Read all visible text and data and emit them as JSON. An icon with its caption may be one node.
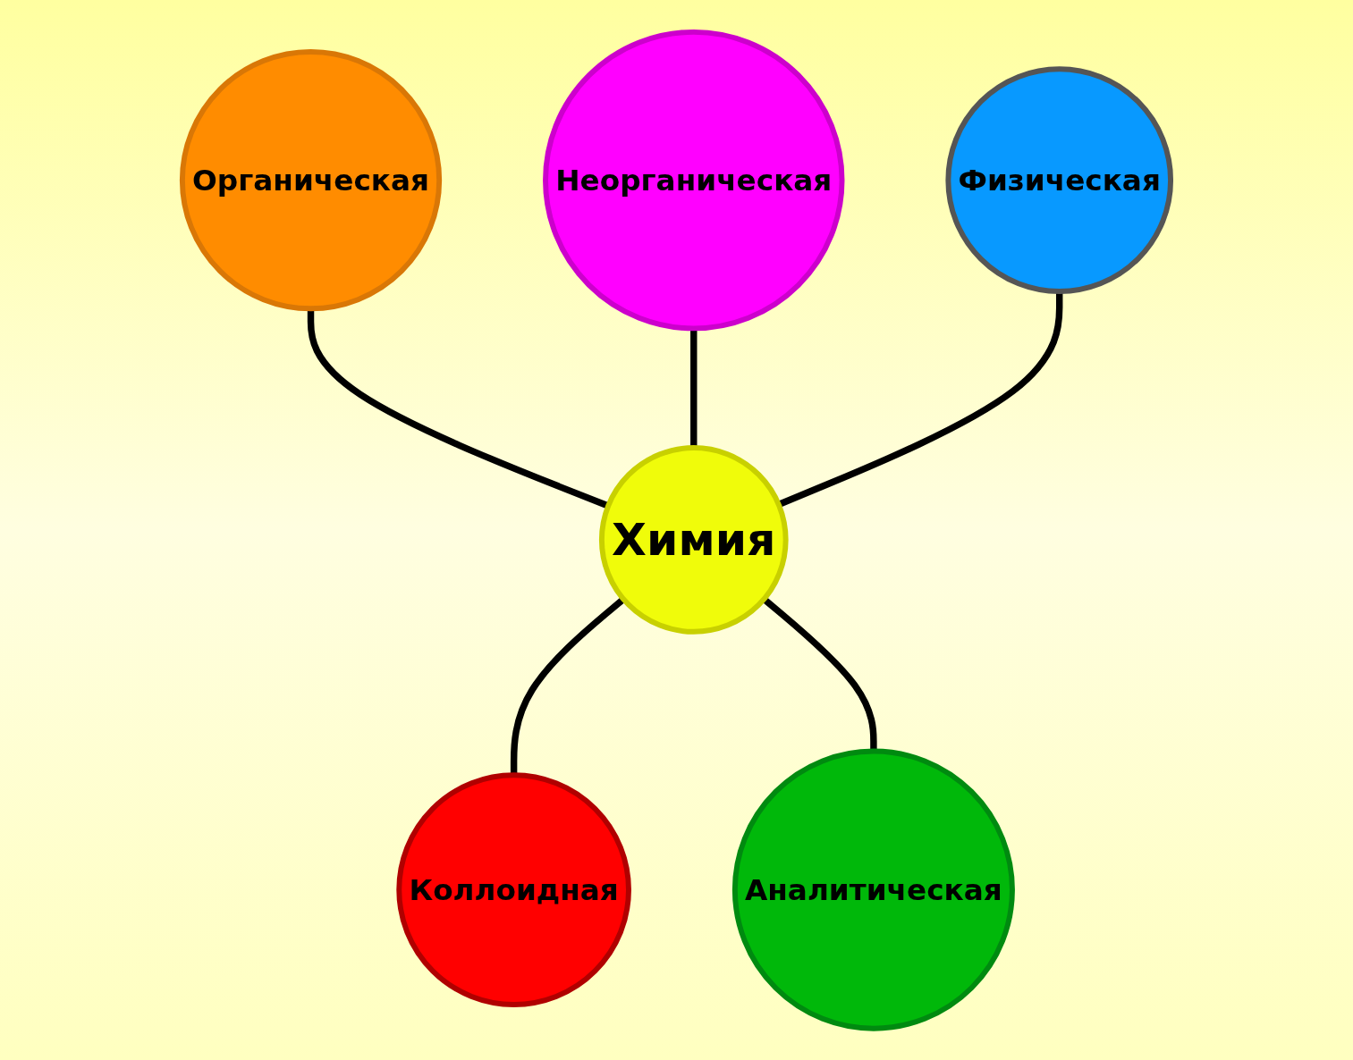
{
  "diagram": {
    "nodes": [
      {
        "text": [
          "Органическая"
        ]
      },
      {
        "text": [
          "Неорганическая"
        ]
      },
      {
        "text": [
          "Физическая"
        ]
      },
      {
        "text": [
          "Химия"
        ]
      },
      {
        "text": [
          "Коллоидная"
        ]
      },
      {
        "text": [
          "Аналитическая"
        ]
      }
    ],
    "edges": [
      {
        "from": 0,
        "to": 3,
        "arrow": "none"
      },
      {
        "from": 1,
        "to": 3,
        "arrow": "none"
      },
      {
        "from": 2,
        "to": 3,
        "arrow": "none"
      },
      {
        "from": 3,
        "to": 4,
        "arrow": "none"
      },
      {
        "from": 3,
        "to": 5,
        "arrow": "none"
      }
    ]
  }
}
